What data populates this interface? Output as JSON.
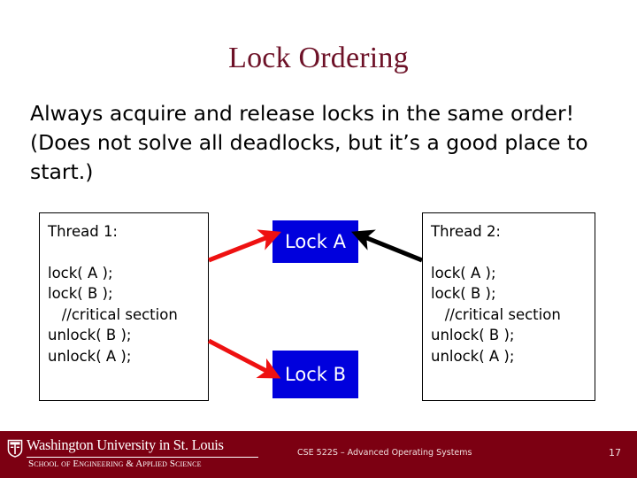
{
  "slide": {
    "title": "Lock Ordering",
    "body": "Always acquire and release locks in the same order!  (Does not solve all deadlocks, but it’s a good place to start.)"
  },
  "diagram": {
    "thread1": {
      "heading": "Thread 1:",
      "code": [
        "lock( A );",
        "lock( B );",
        "   //critical section",
        "unlock( B );",
        "unlock( A );"
      ]
    },
    "thread2": {
      "heading": "Thread 2:",
      "code": [
        "lock( A );",
        "lock( B );",
        "   //critical section",
        "unlock( B );",
        "unlock( A );"
      ]
    },
    "locks": [
      {
        "label": "Lock A",
        "color": "#0000dd"
      },
      {
        "label": "Lock B",
        "color": "#0000dd"
      }
    ],
    "arrows": [
      {
        "name": "thread1-to-lock-a",
        "color": "#ee1111"
      },
      {
        "name": "thread1-to-lock-b",
        "color": "#ee1111"
      },
      {
        "name": "thread2-to-lock-a",
        "color": "#000000"
      }
    ]
  },
  "footer": {
    "university": "Washington University in St. Louis",
    "school": "School of Engineering & Applied Science",
    "course": "CSE 522S – Advanced Operating Systems",
    "slide_number": "17",
    "background_color": "#7c0012"
  },
  "theme": {
    "title_color": "#6d1127",
    "text_color": "#000000",
    "lock_blue": "#0000dd",
    "accent_red": "#ee1111"
  }
}
